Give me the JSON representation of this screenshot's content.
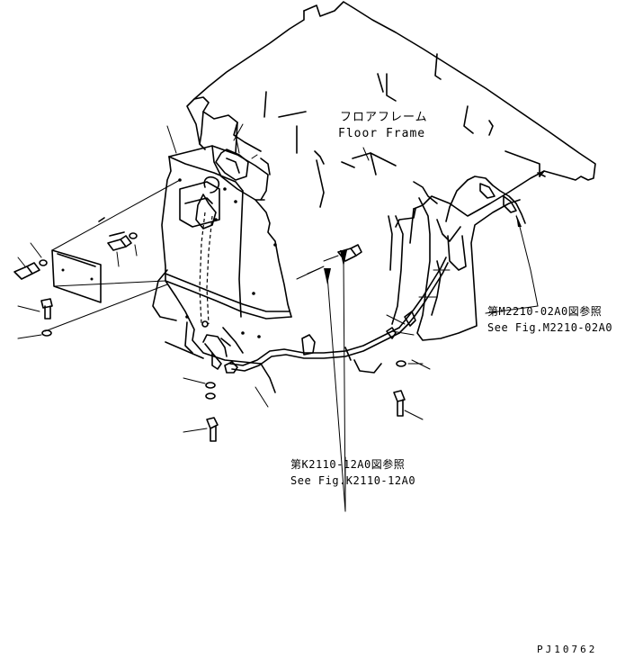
{
  "labels": {
    "floor_frame_jp": "フロアフレーム",
    "floor_frame_en": "Floor Frame",
    "ref_m_jp": "第M2210-02A0図参照",
    "ref_m_en": "See Fig.M2210-02A0",
    "ref_k_jp": "第K2110-12A0図参照",
    "ref_k_en": "See Fig.K2110-12A0",
    "drawing_code": "PJ10762"
  }
}
